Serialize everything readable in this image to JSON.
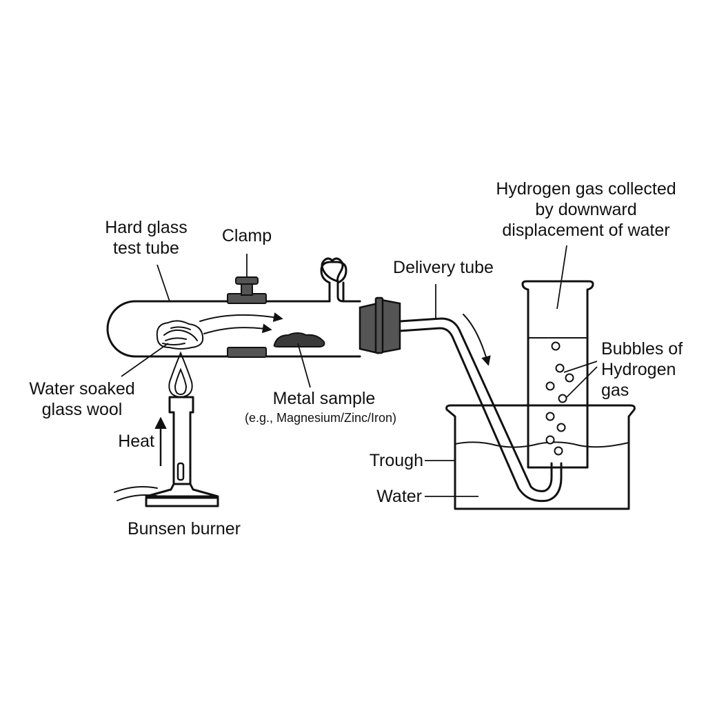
{
  "labels": {
    "hard_glass_line1": "Hard glass",
    "hard_glass_line2": "test tube",
    "clamp": "Clamp",
    "delivery_tube": "Delivery tube",
    "hydrogen_line1": "Hydrogen gas collected",
    "hydrogen_line2": "by downward",
    "hydrogen_line3": "displacement of water",
    "bubbles_line1": "Bubbles of",
    "bubbles_line2": "Hydrogen",
    "bubbles_line3": "gas",
    "glass_wool_line1": "Water soaked",
    "glass_wool_line2": "glass wool",
    "metal_sample": "Metal sample",
    "metal_examples": "(e.g., Magnesium/Zinc/Iron)",
    "heat": "Heat",
    "bunsen_burner": "Bunsen burner",
    "trough": "Trough",
    "water": "Water"
  },
  "colors": {
    "line": "#111111",
    "stopper": "#555555",
    "clamp": "#555555",
    "water_shade": "#e4e4e4",
    "metal": "#3a3a3a"
  },
  "icons": [
    "flame-icon",
    "heat-arrow-icon",
    "flow-arrow-icon",
    "bubble-icon"
  ]
}
